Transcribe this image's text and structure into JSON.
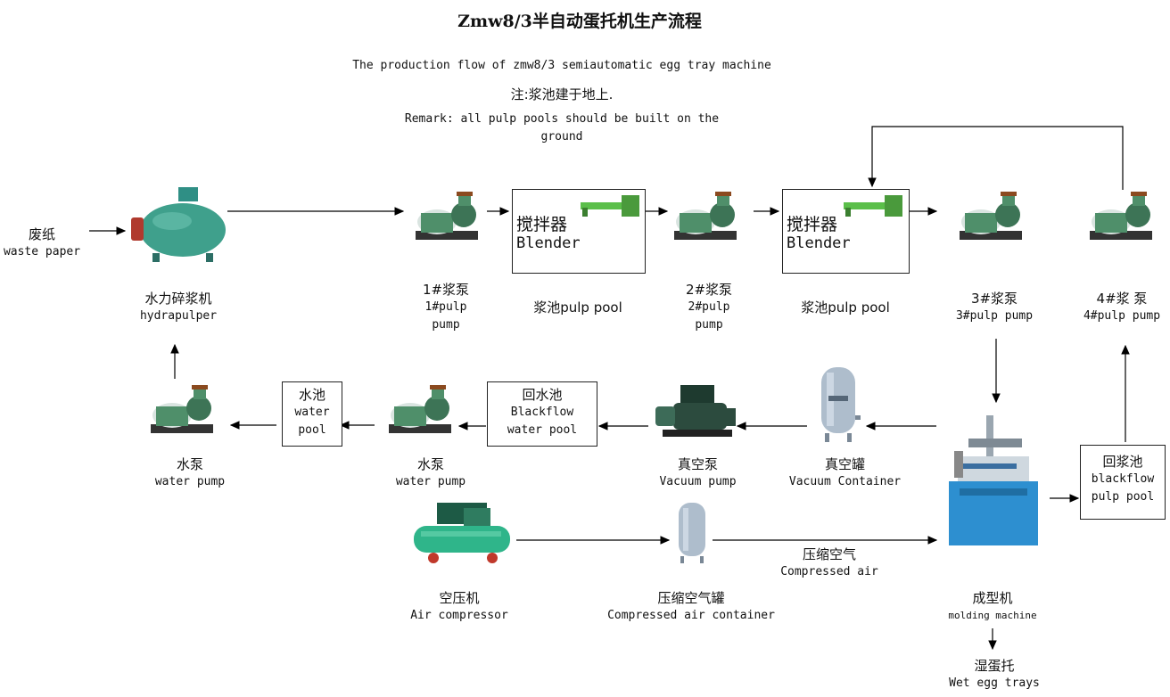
{
  "header": {
    "title": "Zmw8/3半自动蛋托机生产流程",
    "subtitle": "The production flow of zmw8/3 semiautomatic egg tray machine",
    "note_zh": "注:浆池建于地上.",
    "note_en_line1": "Remark: all pulp pools should be built on the",
    "note_en_line2": "ground"
  },
  "nodes": {
    "waste_paper": {
      "zh": "废纸",
      "en": "waste paper"
    },
    "hydrapulper": {
      "zh": "水力碎浆机",
      "en": "hydrapulper"
    },
    "pump1": {
      "zh": "1#浆泵",
      "en1": "1#pulp",
      "en2": "pump"
    },
    "pool1": {
      "label": "浆池pulp pool",
      "box_zh": "搅拌器",
      "box_en": "Blender"
    },
    "pump2": {
      "zh": "2#浆泵",
      "en1": "2#pulp",
      "en2": "pump"
    },
    "pool2": {
      "label": "浆池pulp pool",
      "box_zh": "搅拌器",
      "box_en": "Blender"
    },
    "pump3": {
      "zh": "3#浆泵",
      "en": "3#pulp pump"
    },
    "pump4": {
      "zh": "4#浆 泵",
      "en": "4#pulp pump"
    },
    "water_pump_left": {
      "zh": "水泵",
      "en": "water pump"
    },
    "water_pool": {
      "zh": "水池",
      "en1": "water",
      "en2": "pool"
    },
    "water_pump_mid": {
      "zh": "水泵",
      "en": "water pump"
    },
    "blackflow_water_pool": {
      "zh": "回水池",
      "en1": "Blackflow",
      "en2": "water pool"
    },
    "vacuum_pump": {
      "zh": "真空泵",
      "en": "Vacuum pump"
    },
    "vacuum_container": {
      "zh": "真空罐",
      "en": "Vacuum Container"
    },
    "molding_machine": {
      "zh": "成型机",
      "en": "molding machine"
    },
    "blackflow_pulp_pool": {
      "zh": "回浆池",
      "en1": "blackflow",
      "en2": "pulp pool"
    },
    "air_compressor": {
      "zh": "空压机",
      "en": "Air compressor"
    },
    "compressed_air_container": {
      "zh": "压缩空气罐",
      "en": "Compressed air container"
    },
    "compressed_air": {
      "zh": "压缩空气",
      "en": "Compressed air"
    },
    "wet_egg_trays": {
      "zh": "湿蛋托",
      "en": "Wet egg trays"
    }
  },
  "colors": {
    "machine_green": "#3fa08c",
    "pump_green": "#4f8f6a",
    "tank_gray": "#aebdcc",
    "compressor_green": "#2fb58a",
    "molding_blue": "#2d8fd0",
    "blender_green": "#5bbf4a",
    "red_accent": "#c0392b"
  }
}
